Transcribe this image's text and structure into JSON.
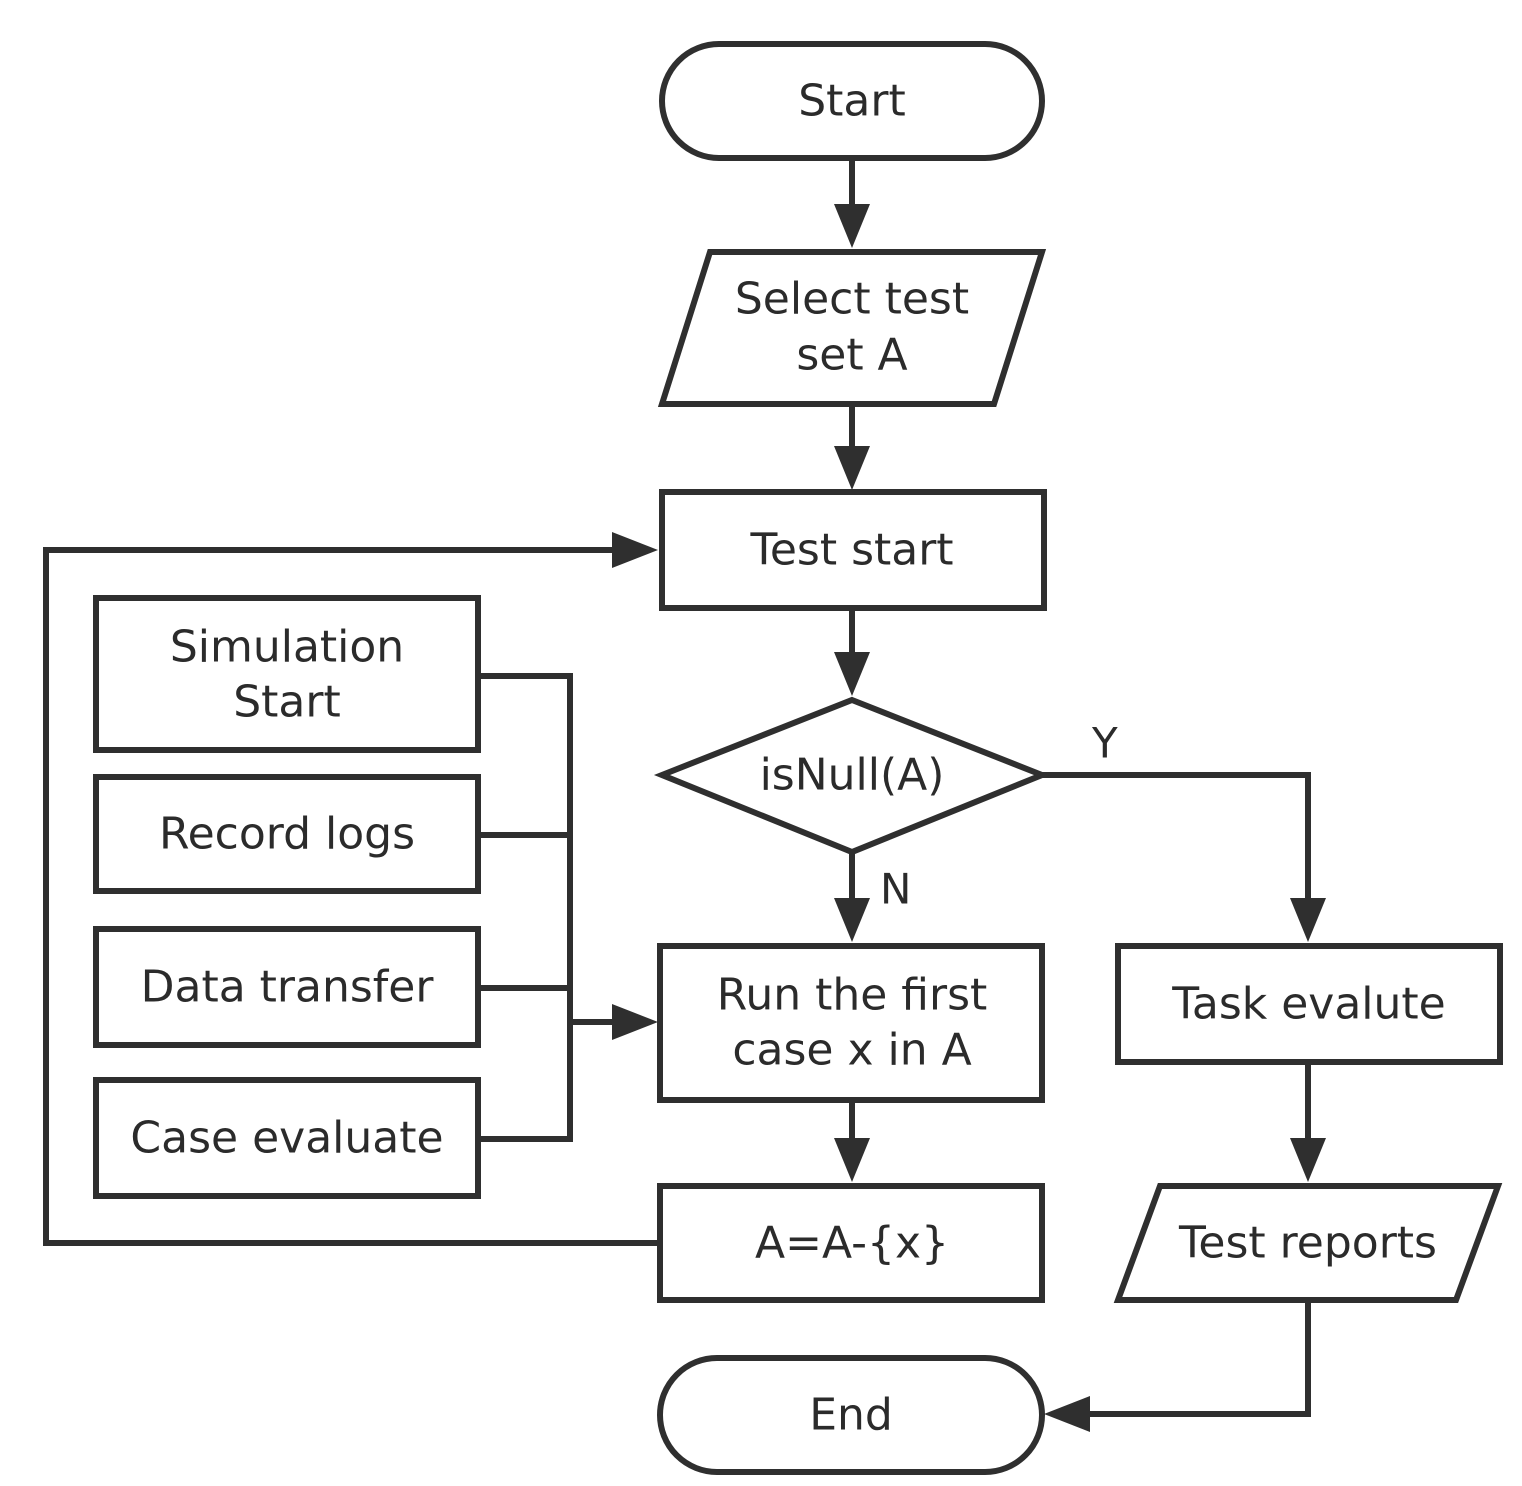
{
  "nodes": {
    "start": "Start",
    "select_line1": "Select test",
    "select_line2": "set A",
    "test_start": "Test start",
    "is_null": "isNull(A)",
    "run_line1": "Run the first",
    "run_line2": "case x in A",
    "remove": "A=A-{x}",
    "task_evaluate": "Task evalute",
    "test_reports": "Test reports",
    "end": "End",
    "sim_line1": "Simulation",
    "sim_line2": "Start",
    "record_logs": "Record logs",
    "data_transfer": "Data transfer",
    "case_evaluate": "Case evaluate"
  },
  "edges": {
    "yes_label": "Y",
    "no_label": "N"
  },
  "colors": {
    "stroke": "#2f2f2f",
    "text": "#2b2b2b",
    "fill": "#ffffff"
  }
}
